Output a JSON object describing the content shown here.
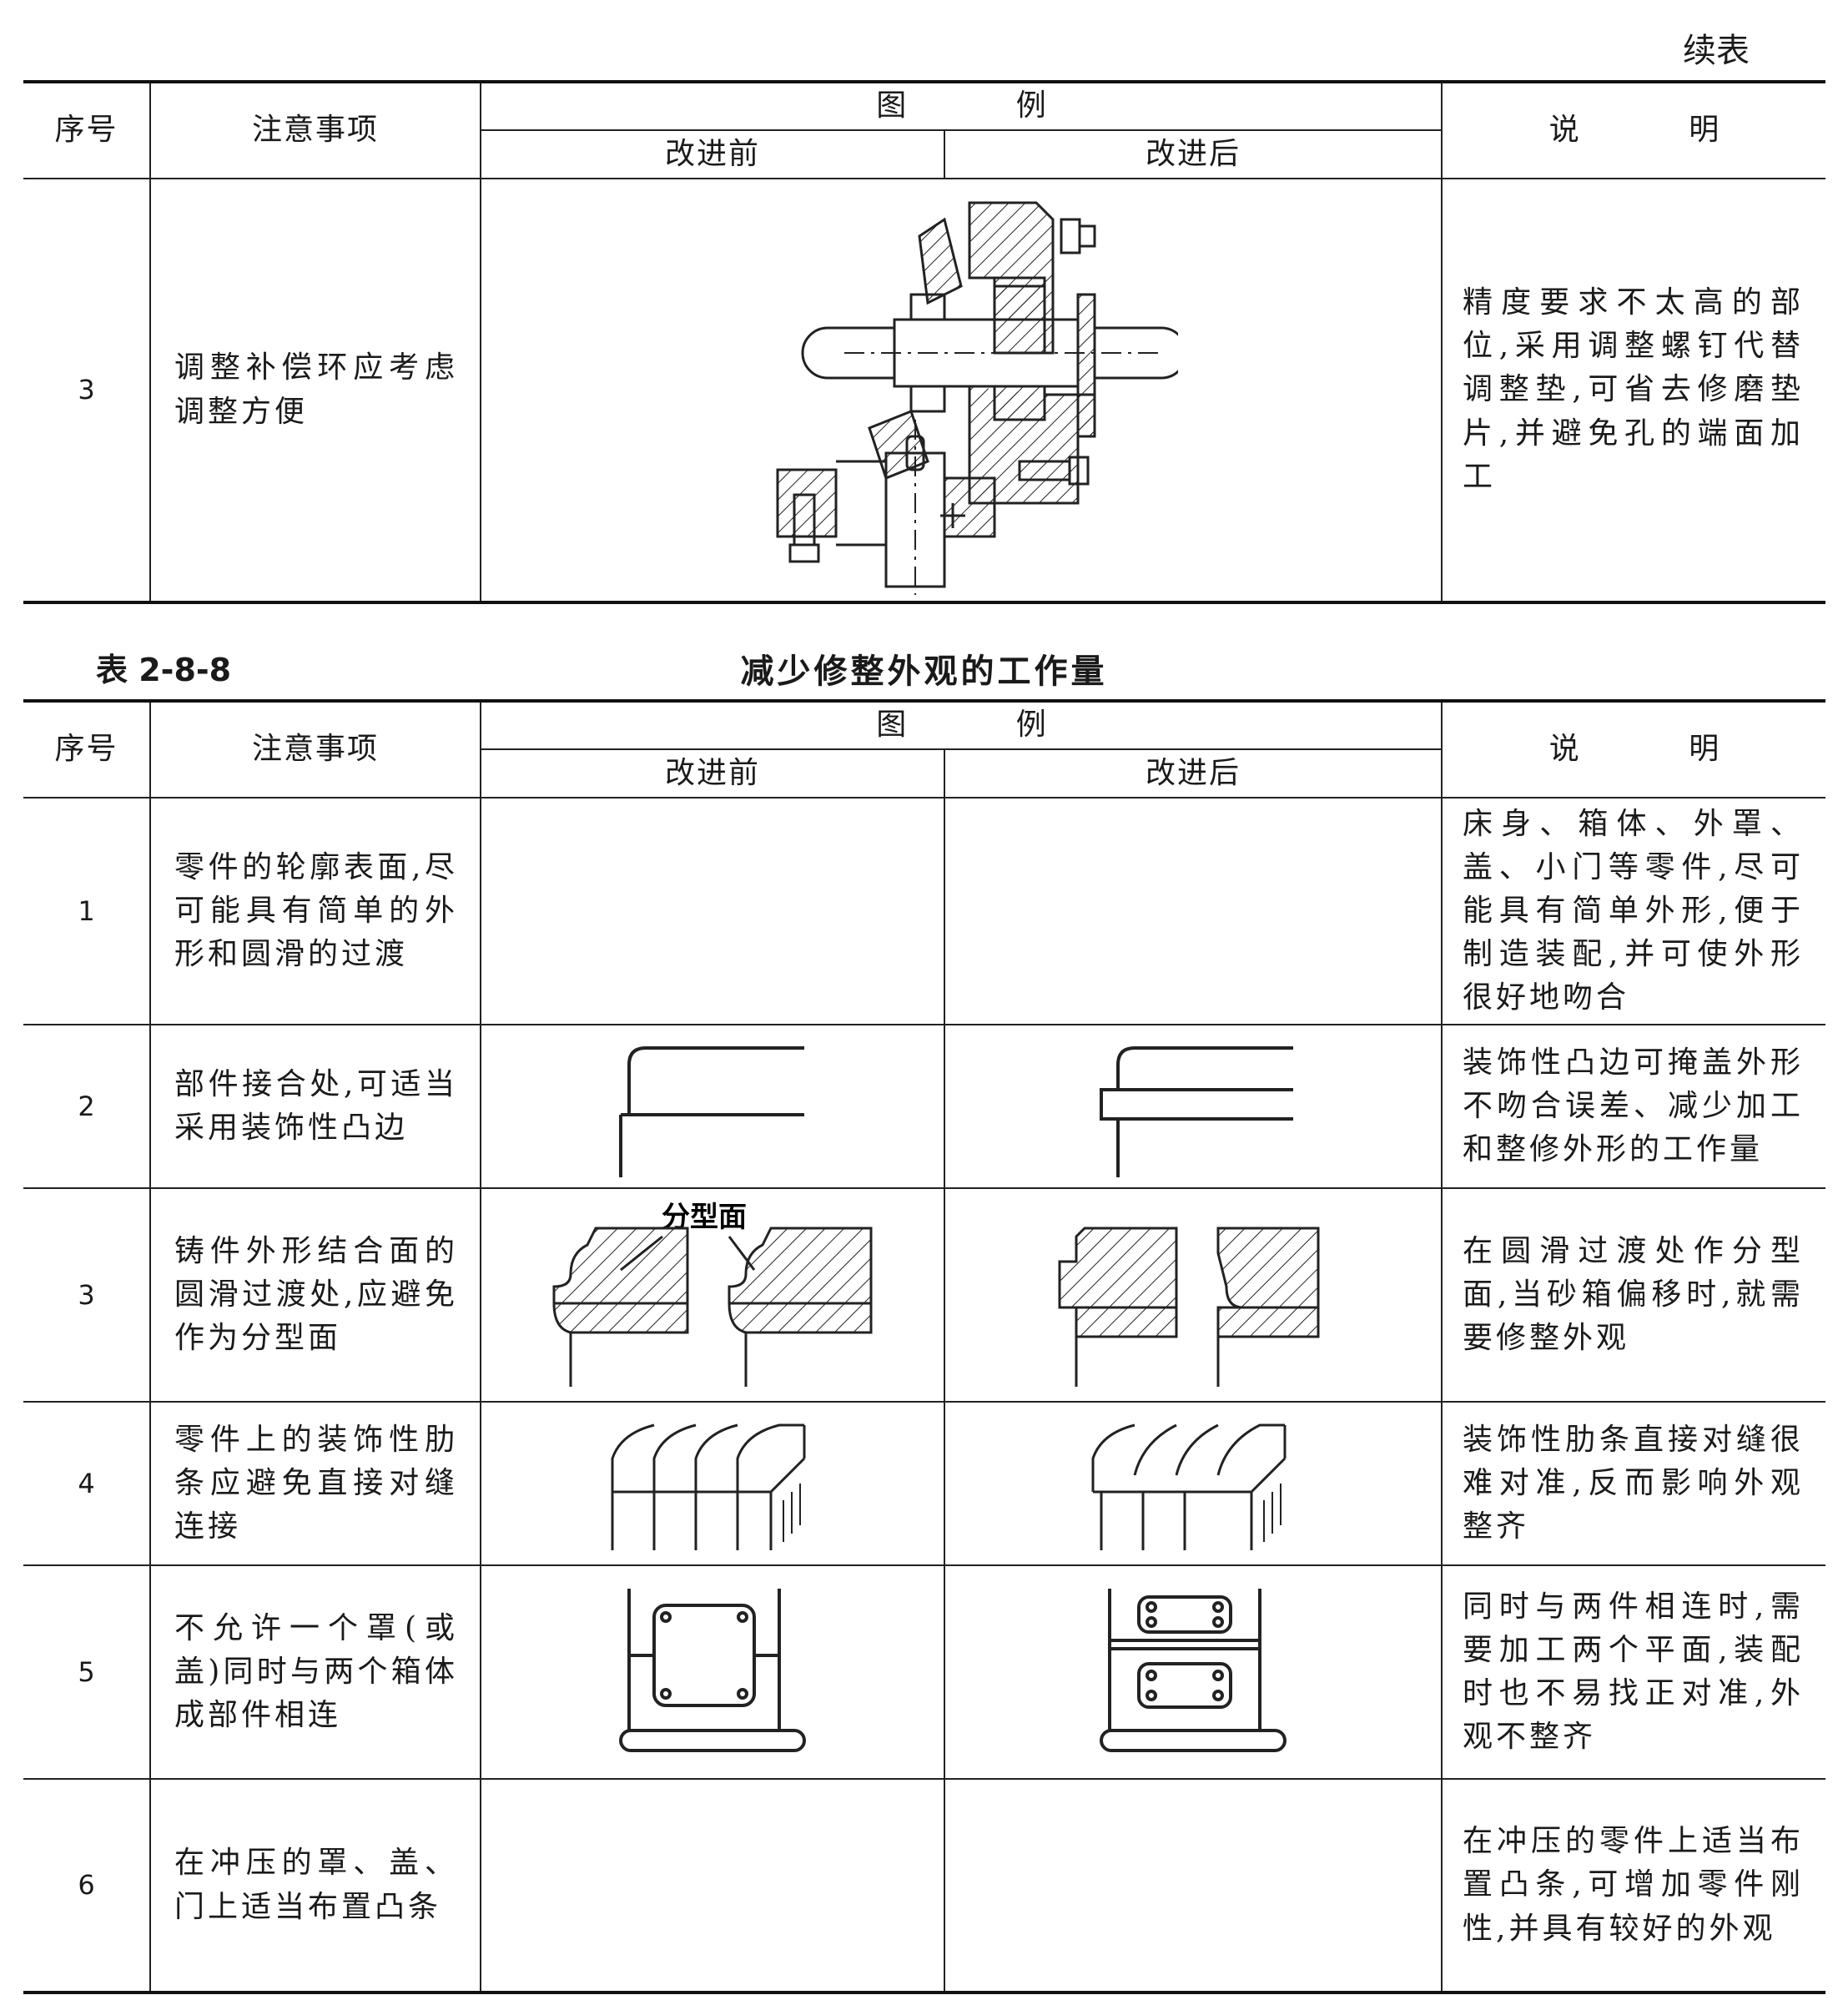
{
  "continued_label": "续表",
  "table_a": {
    "headers": {
      "seq": "序号",
      "note": "注意事项",
      "figure": "图 例",
      "before": "改进前",
      "after": "改进后",
      "desc": "说 明"
    },
    "rows": [
      {
        "seq": "3",
        "note": "调整补偿环应考虑调整方便",
        "desc": "精度要求不太高的部位,采用调整螺钉代替调整垫,可省去修磨垫片,并避免孔的端面加工"
      }
    ]
  },
  "table_b": {
    "number": "表 2-8-8",
    "title": "减少修整外观的工作量",
    "headers": {
      "seq": "序号",
      "note": "注意事项",
      "figure": "图 例",
      "before": "改进前",
      "after": "改进后",
      "desc": "说 明"
    },
    "rows": [
      {
        "seq": "1",
        "note": "零件的轮廓表面,尽可能具有简单的外形和圆滑的过渡",
        "desc": "床身、箱体、外罩、盖、小门等零件,尽可能具有简单外形,便于制造装配,并可使外形很好地吻合"
      },
      {
        "seq": "2",
        "note": "部件接合处,可适当采用装饰性凸边",
        "desc": "装饰性凸边可掩盖外形不吻合误差、减少加工和整修外形的工作量"
      },
      {
        "seq": "3",
        "note": "铸件外形结合面的圆滑过渡处,应避免作为分型面",
        "desc": "在圆滑过渡处作分型面,当砂箱偏移时,就需要修整外观",
        "figure_label": "分型面"
      },
      {
        "seq": "4",
        "note": "零件上的装饰性肋条应避免直接对缝连接",
        "desc": "装饰性肋条直接对缝很难对准,反而影响外观整齐"
      },
      {
        "seq": "5",
        "note": "不允许一个罩(或盖)同时与两个箱体成部件相连",
        "desc": "同时与两件相连时,需要加工两个平面,装配时也不易找正对准,外观不整齐"
      },
      {
        "seq": "6",
        "note": "在冲压的罩、盖、门上适当布置凸条",
        "desc": "在冲压的零件上适当布置凸条,可增加零件刚性,并具有较好的外观"
      }
    ]
  }
}
